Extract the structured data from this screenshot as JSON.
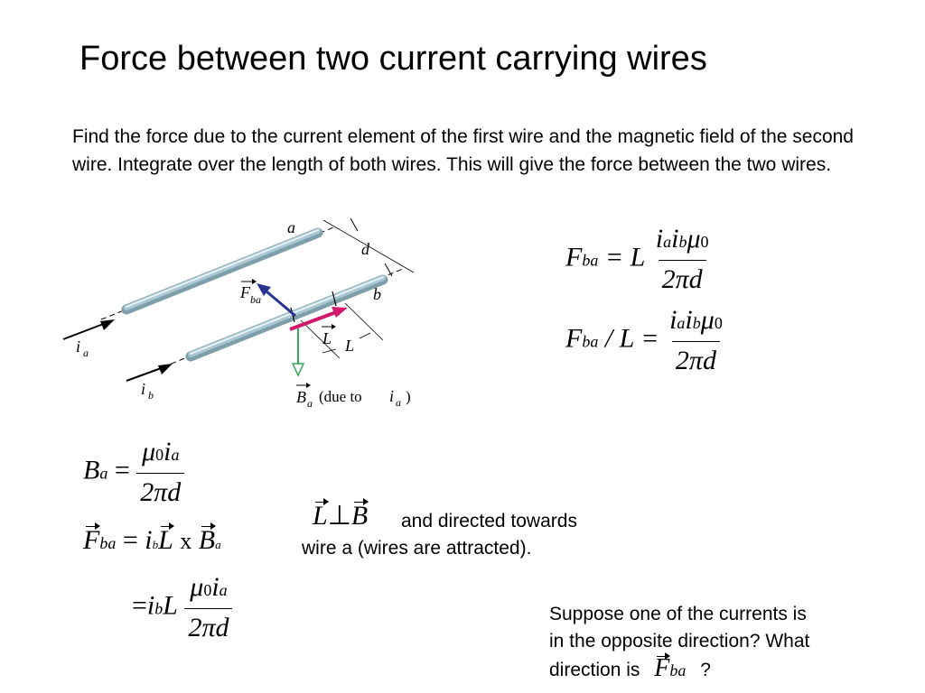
{
  "slide": {
    "title": "Force between two current carrying wires",
    "intro": "Find the force due to the current element of the first wire and the magnetic field of the second wire. Integrate over the length of both wires. This will give the force between the two wires."
  },
  "figure": {
    "wire_a_label": "a",
    "wire_b_label": "b",
    "separation_label": "d",
    "current_a_main": "i",
    "current_a_sub": "a",
    "current_b_main": "i",
    "current_b_sub": "b",
    "force_main": "F",
    "force_sub": "ba",
    "element_label": "L",
    "length_label": "L",
    "field_main": "B",
    "field_sub": "a",
    "field_note_prefix": "(due to",
    "field_note_var": "i",
    "field_note_sub": "a",
    "field_note_suffix": ")",
    "colors": {
      "wire": "#a9c8d3",
      "force_arrow": "#2a3391",
      "length_arrow": "#d21a6a",
      "field_arrow": "#3aa65c"
    }
  },
  "eq1": {
    "lhs": "F",
    "lhs_sub": "ba",
    "eq": "= L",
    "num_i1": "i",
    "num_a": "a",
    "num_i2": "i",
    "num_b": "b",
    "num_mu": "μ",
    "num_0": "0",
    "den": "2πd"
  },
  "eq2": {
    "lhs": "F",
    "lhs_sub": "ba",
    "rest": "/ L =",
    "num_i1": "i",
    "num_a": "a",
    "num_i2": "i",
    "num_b": "b",
    "num_mu": "μ",
    "num_0": "0",
    "den": "2πd"
  },
  "eq3": {
    "lhs": "B",
    "lhs_sub": "a",
    "eq": "=",
    "num_mu": "μ",
    "num_0": "0",
    "num_i": "i",
    "num_a": "a",
    "den": "2πd"
  },
  "eq4": {
    "lhs": "F",
    "lhs_sub": "ba",
    "eq": "=",
    "i": "i",
    "i_sub": "b",
    "L": "L",
    "x": "x",
    "B": "B",
    "B_sub": "a"
  },
  "eq5": {
    "eq": "=",
    "i": "i",
    "i_sub": "b",
    "L": "L",
    "num_mu": "μ",
    "num_0": "0",
    "num_i": "i",
    "num_a": "a",
    "den": "2πd"
  },
  "perp": {
    "L": "L",
    "symbol": "⊥",
    "B": "B",
    "text_line1": "and directed towards",
    "text_line2": "wire a (wires are attracted)."
  },
  "question": {
    "line1": "Suppose one of the currents is",
    "line2": "in the opposite direction? What",
    "line3": "direction is",
    "F": "F",
    "F_sub": "ba",
    "qmark": "?"
  }
}
